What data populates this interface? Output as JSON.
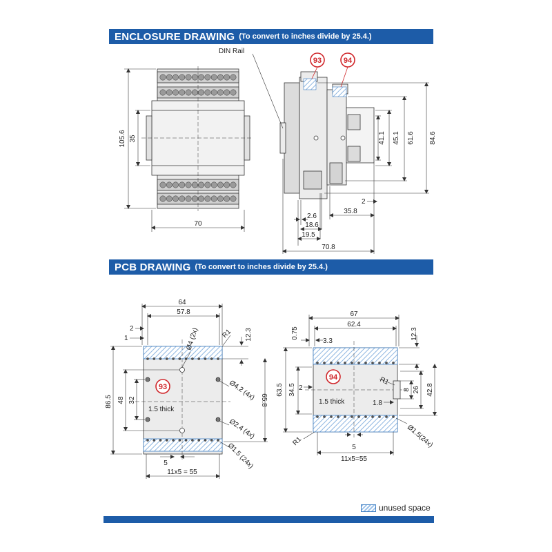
{
  "enclosure": {
    "title": "ENCLOSURE DRAWING",
    "subtitle": "(To convert to inches divide by 25.4.)",
    "din_rail_label": "DIN Rail",
    "callouts": [
      "93",
      "94"
    ],
    "dims": {
      "height_overall": "105.6",
      "height_inner": "35",
      "width": "70",
      "d41": "41.1",
      "d45": "45.1",
      "d61": "61.6",
      "d84": "84.6",
      "d2": "2",
      "d35": "35.8",
      "d2_6": "2.6",
      "d18": "18.6",
      "d19": "19.5",
      "d70_8": "70.8"
    }
  },
  "pcb": {
    "title": "PCB DRAWING",
    "subtitle": "(To convert to inches divide by 25.4.)",
    "left": {
      "callout": "93",
      "thickness": "1.5 thick",
      "dims": {
        "w64": "64",
        "w57": "57.8",
        "d2": "2",
        "d1": "1",
        "hole4": "Ø4 (2x)",
        "r1": "R1",
        "d12": "12.3",
        "hole4_2": "Ø4.2 (4x)",
        "h86": "86.5",
        "h48": "48",
        "h32": "32",
        "h65": "65.8",
        "hole2_4": "Ø2.4 (4x)",
        "hole1_5": "Ø1.5 (24x)",
        "d5": "5",
        "pitch": "11x5 = 55"
      }
    },
    "right": {
      "callout": "94",
      "thickness": "1.5 thick",
      "dims": {
        "w67": "67",
        "w62": "62.4",
        "d0_75": "0.75",
        "d3_3": "3.3",
        "d12": "12.3",
        "h63": "63.5",
        "h34": "34.5",
        "d2": "2",
        "r1a": "R1",
        "d8": "8",
        "d26": "26",
        "d42": "42.8",
        "d1_8": "1.8",
        "r1b": "R1",
        "hole1_5": "Ø1.5(24x)",
        "d5": "5",
        "pitch": "11x5=55"
      }
    }
  },
  "legend": {
    "label": "unused space"
  },
  "colors": {
    "brand_blue": "#1d5ca8",
    "callout_red": "#d0262a",
    "hatch": "#9ec3ea"
  }
}
